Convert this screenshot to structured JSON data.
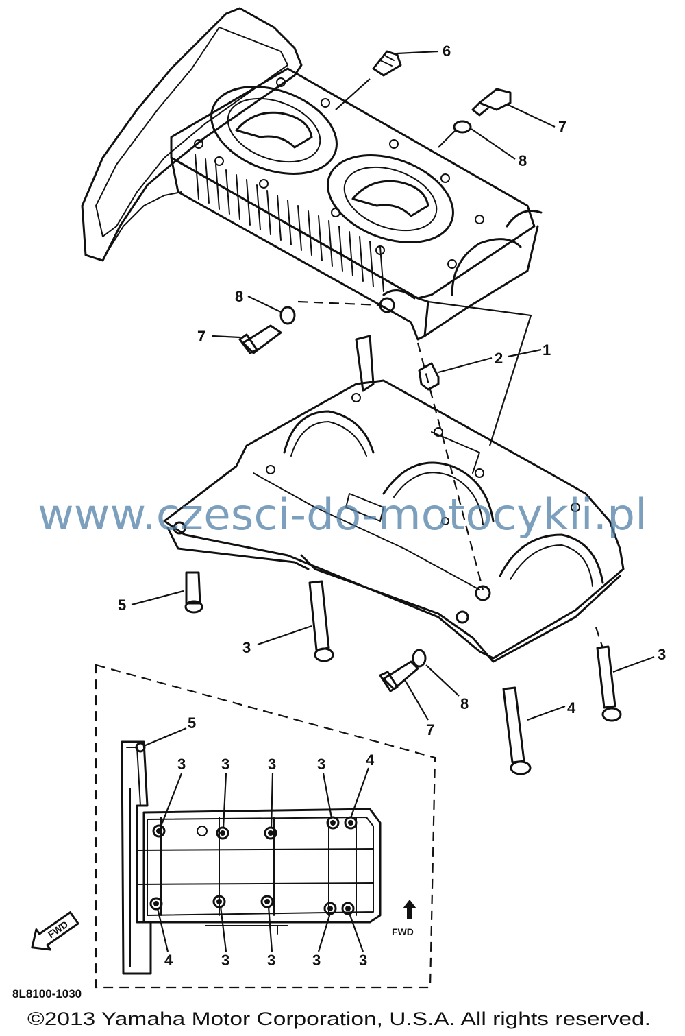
{
  "diagram": {
    "part_code": "8L8100-1030",
    "watermark": "www.czesci-do-motocykli.pl",
    "copyright": "©2013 Yamaha Motor Corporation, U.S.A. All rights reserved.",
    "fwd_label": "FWD",
    "callouts_main": [
      "6",
      "7",
      "8",
      "8",
      "7",
      "2",
      "1",
      "5",
      "3",
      "3",
      "8",
      "7",
      "4"
    ],
    "callouts_inset": [
      "5",
      "3",
      "3",
      "3",
      "3",
      "4",
      "4",
      "3",
      "3",
      "3",
      "3"
    ]
  }
}
